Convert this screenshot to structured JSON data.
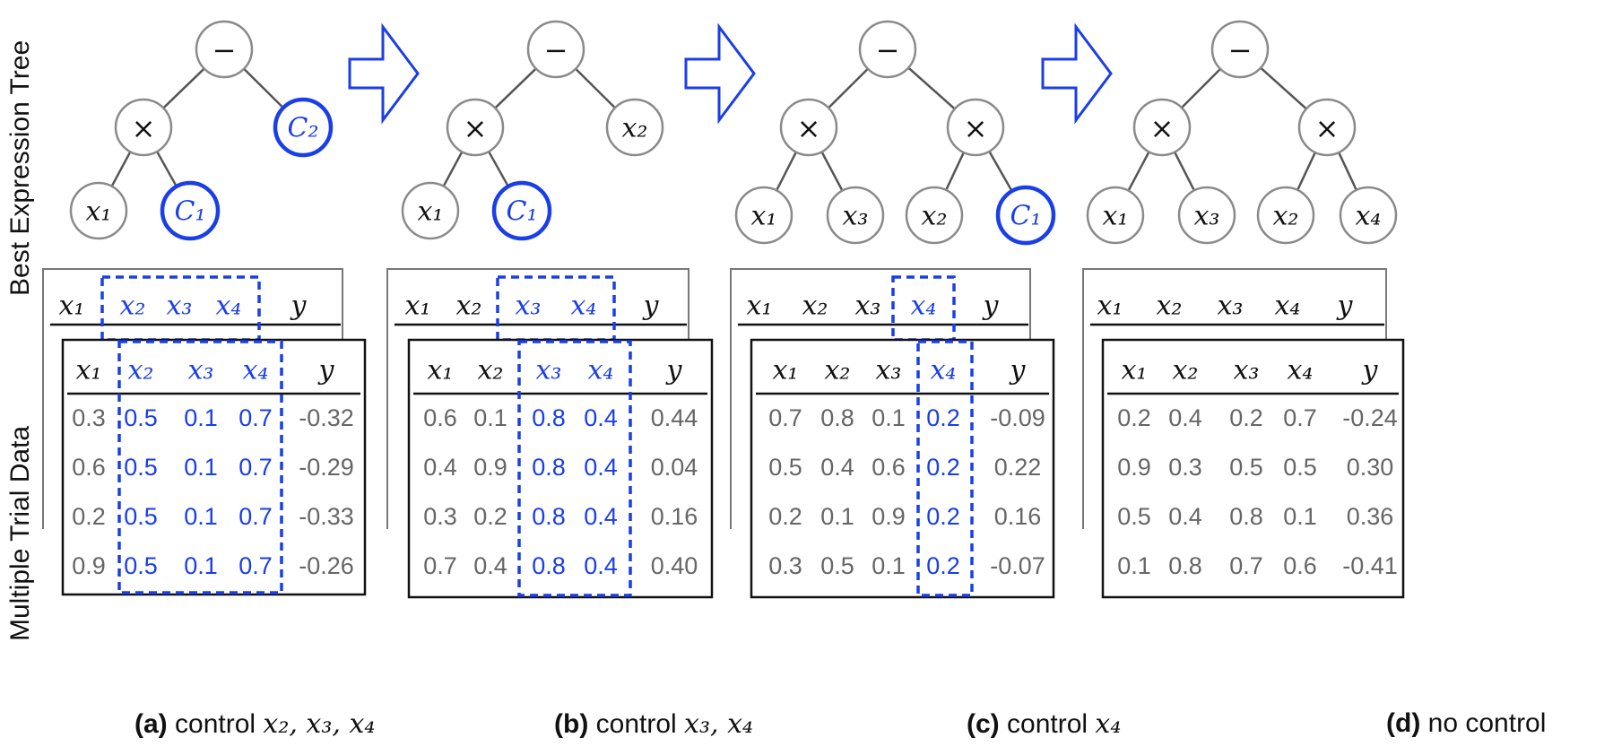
{
  "row_labels": {
    "tree": "Best Expression Tree",
    "data": "Multiple Trial Data"
  },
  "colors": {
    "highlight": "#1a3ee8",
    "node_stroke": "#8a8a8a",
    "text": "#111111",
    "value_gray": "#666666"
  },
  "panels": [
    {
      "caption_tag": "(a)",
      "caption_text": "control",
      "caption_math": "x₂, x₃, x₄",
      "tree": {
        "root": "−",
        "mid_left": "×",
        "mid_right": "C₂",
        "leaves": [
          "x₁",
          "C₁"
        ]
      },
      "back_table_header": [
        "x₁",
        "x₂",
        "x₃",
        "x₄",
        "y"
      ],
      "front_table": {
        "header": [
          "x₁",
          "x₂",
          "x₃",
          "x₄",
          "y"
        ],
        "controlled": [
          1,
          2,
          3
        ],
        "rows": [
          [
            "0.3",
            "0.5",
            "0.1",
            "0.7",
            "-0.32"
          ],
          [
            "0.6",
            "0.5",
            "0.1",
            "0.7",
            "-0.29"
          ],
          [
            "0.2",
            "0.5",
            "0.1",
            "0.7",
            "-0.33"
          ],
          [
            "0.9",
            "0.5",
            "0.1",
            "0.7",
            "-0.26"
          ]
        ]
      }
    },
    {
      "caption_tag": "(b)",
      "caption_text": "control",
      "caption_math": "x₃, x₄",
      "tree": {
        "root": "−",
        "mid_left": "×",
        "mid_right": "x₂",
        "leaves": [
          "x₁",
          "C₁"
        ]
      },
      "back_table_header": [
        "x₁",
        "x₂",
        "x₃",
        "x₄",
        "y"
      ],
      "front_table": {
        "header": [
          "x₁",
          "x₂",
          "x₃",
          "x₄",
          "y"
        ],
        "controlled": [
          2,
          3
        ],
        "rows": [
          [
            "0.6",
            "0.1",
            "0.8",
            "0.4",
            "0.44"
          ],
          [
            "0.4",
            "0.9",
            "0.8",
            "0.4",
            "0.04"
          ],
          [
            "0.3",
            "0.2",
            "0.8",
            "0.4",
            "0.16"
          ],
          [
            "0.7",
            "0.4",
            "0.8",
            "0.4",
            "0.40"
          ]
        ]
      }
    },
    {
      "caption_tag": "(c)",
      "caption_text": "control",
      "caption_math": "x₄",
      "tree": {
        "root": "−",
        "mid_left": "×",
        "mid_right": "×",
        "leaves": [
          "x₁",
          "x₃",
          "x₂",
          "C₁"
        ]
      },
      "back_table_header": [
        "x₁",
        "x₂",
        "x₃",
        "x₄",
        "y"
      ],
      "front_table": {
        "header": [
          "x₁",
          "x₂",
          "x₃",
          "x₄",
          "y"
        ],
        "controlled": [
          3
        ],
        "rows": [
          [
            "0.7",
            "0.8",
            "0.1",
            "0.2",
            "-0.09"
          ],
          [
            "0.5",
            "0.4",
            "0.6",
            "0.2",
            "0.22"
          ],
          [
            "0.2",
            "0.1",
            "0.9",
            "0.2",
            "0.16"
          ],
          [
            "0.3",
            "0.5",
            "0.1",
            "0.2",
            "-0.07"
          ]
        ]
      }
    },
    {
      "caption_tag": "(d)",
      "caption_text": "no control",
      "caption_math": "",
      "tree": {
        "root": "−",
        "mid_left": "×",
        "mid_right": "×",
        "leaves": [
          "x₁",
          "x₃",
          "x₂",
          "x₄"
        ]
      },
      "back_table_header": [
        "x₁",
        "x₂",
        "x₃",
        "x₄",
        "y"
      ],
      "front_table": {
        "header": [
          "x₁",
          "x₂",
          "x₃",
          "x₄",
          "y"
        ],
        "controlled": [],
        "rows": [
          [
            "0.2",
            "0.4",
            "0.2",
            "0.7",
            "-0.24"
          ],
          [
            "0.9",
            "0.3",
            "0.5",
            "0.5",
            "0.30"
          ],
          [
            "0.5",
            "0.4",
            "0.8",
            "0.1",
            "0.36"
          ],
          [
            "0.1",
            "0.8",
            "0.7",
            "0.6",
            "-0.41"
          ]
        ]
      }
    }
  ]
}
